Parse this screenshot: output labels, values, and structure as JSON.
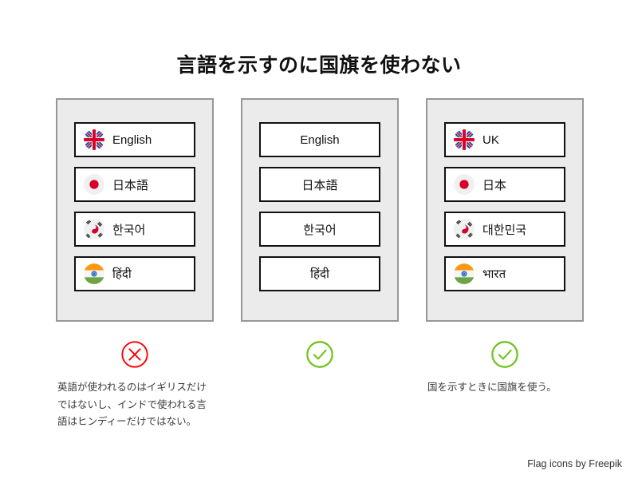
{
  "slide": {
    "title": "言語を示すのに国旗を使わない",
    "footer": "Flag icons by Freepik"
  },
  "columns": [
    {
      "id": "bad-language-flags",
      "style": "flag-plus-language",
      "status": {
        "icon": "circle-x-icon",
        "kind": "cross",
        "color": "#FF0000"
      },
      "caption": "英語が使われるのはイギリスだけではないし、インドで使われる言語はヒンディーだけではない。",
      "options": [
        {
          "flag": "uk-flag-icon",
          "label": "English"
        },
        {
          "flag": "japan-flag-icon",
          "label": "日本語"
        },
        {
          "flag": "south-korea-flag-icon",
          "label": "한국어"
        },
        {
          "flag": "india-flag-icon",
          "label": "हिंदी"
        }
      ]
    },
    {
      "id": "good-language-text",
      "style": "text-only",
      "status": {
        "icon": "circle-check-icon",
        "kind": "check",
        "color": "#73C322"
      },
      "caption": "",
      "options": [
        {
          "flag": null,
          "label": "English"
        },
        {
          "flag": null,
          "label": "日本語"
        },
        {
          "flag": null,
          "label": "한국어"
        },
        {
          "flag": null,
          "label": "हिंदी"
        }
      ]
    },
    {
      "id": "good-country-flags",
      "style": "flag-plus-country",
      "status": {
        "icon": "circle-check-icon",
        "kind": "check",
        "color": "#73C322"
      },
      "caption": "国を示すときに国旗を使う。",
      "options": [
        {
          "flag": "uk-flag-icon",
          "label": "UK"
        },
        {
          "flag": "japan-flag-icon",
          "label": "日本"
        },
        {
          "flag": "south-korea-flag-icon",
          "label": "대한민국"
        },
        {
          "flag": "india-flag-icon",
          "label": "भारत"
        }
      ]
    }
  ],
  "colors": {
    "panel_background": "#EBEBEB",
    "panel_border": "#979797",
    "option_border": "#111111",
    "cross_red": "#FF0000",
    "check_green": "#73C322"
  }
}
